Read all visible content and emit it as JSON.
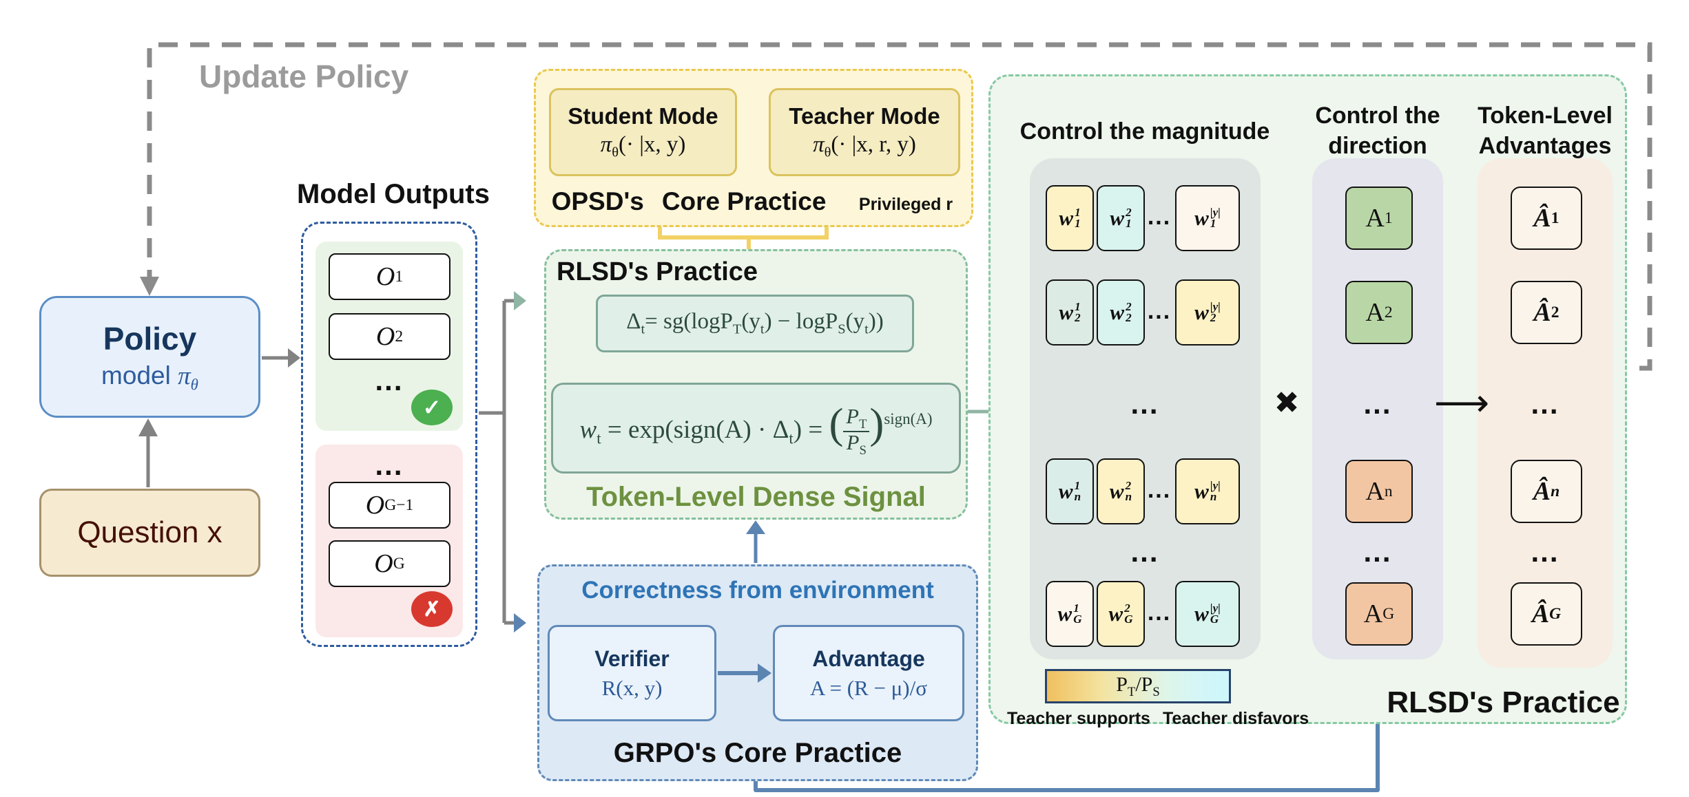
{
  "update_policy": "Update Policy",
  "policy": {
    "title": "Policy",
    "sub_p1": "model ",
    "sub_pi": "π",
    "sub_theta": "θ"
  },
  "question": {
    "label": "Question x"
  },
  "model_outputs": {
    "title": "Model Outputs",
    "dots": "...",
    "o1": {
      "base": "O",
      "sub": "1"
    },
    "o2": {
      "base": "O",
      "sub": "2"
    },
    "og1": {
      "base": "O",
      "sub": "G−1"
    },
    "og": {
      "base": "O",
      "sub": "G"
    },
    "check": "✓",
    "cross": "✗"
  },
  "opsd": {
    "student_title": "Student Mode",
    "student_f": {
      "p1": "π",
      "s1": "θ",
      "p2": "(· |x, y)"
    },
    "teacher_title": "Teacher Mode",
    "teacher_f": {
      "p1": "π",
      "s1": "θ",
      "p2": "(· |x, r, y)"
    },
    "label1": "OPSD's",
    "label2": "Core Practice",
    "privileged": "Privileged r"
  },
  "rlsd": {
    "title": "RLSD's Practice",
    "delta": {
      "p1": "Δ",
      "s1": "t",
      "p2": "= sg(logP",
      "s2": "T",
      "p3": "(y",
      "s3": "t",
      "p4": ") − logP",
      "s4": "S",
      "p5": "(y",
      "s5": "t",
      "p6": "))"
    },
    "w": {
      "p1": "w",
      "s1": "t",
      "p2": " = exp(sign(A) · Δ",
      "s2": "t",
      "p3": ") = ",
      "lp": "(",
      "num_base": "P",
      "num_sub": "T",
      "den_base": "P",
      "den_sub": "S",
      "rp": ")",
      "sup": "sign(A)"
    },
    "footer": "Token-Level Dense Signal"
  },
  "grpo": {
    "header": "Correctness from environment",
    "verifier_title": "Verifier",
    "verifier_f": "R(x, y)",
    "advantage_title": "Advantage",
    "advantage_f": "A = (R − μ)/σ",
    "label": "GRPO's Core Practice"
  },
  "panel": {
    "header_magnitude": "Control the magnitude",
    "header_direction1": "Control the",
    "header_direction2": "direction",
    "header_adv1": "Token-Level",
    "header_adv2": "Advantages",
    "times": "✖",
    "arrow": "⟶",
    "ellipsis": "...",
    "w_rows": [
      {
        "cells": [
          {
            "base": "w",
            "sup": "1",
            "sub": "1"
          },
          {
            "base": "w",
            "sup": "2",
            "sub": "1"
          },
          {
            "base": "w",
            "sup": "|y|",
            "sub": "1"
          }
        ]
      },
      {
        "cells": [
          {
            "base": "w",
            "sup": "1",
            "sub": "2"
          },
          {
            "base": "w",
            "sup": "2",
            "sub": "2"
          },
          {
            "base": "w",
            "sup": "|y|",
            "sub": "2"
          }
        ]
      },
      {
        "cells": [
          {
            "base": "w",
            "sup": "1",
            "sub": "n"
          },
          {
            "base": "w",
            "sup": "2",
            "sub": "n"
          },
          {
            "base": "w",
            "sup": "|y|",
            "sub": "n"
          }
        ]
      },
      {
        "cells": [
          {
            "base": "w",
            "sup": "1",
            "sub": "G"
          },
          {
            "base": "w",
            "sup": "2",
            "sub": "G"
          },
          {
            "base": "w",
            "sup": "|y|",
            "sub": "G"
          }
        ]
      }
    ],
    "a_labels": [
      {
        "base": "A",
        "sub": "1"
      },
      {
        "base": "A",
        "sub": "2"
      },
      {
        "base": "A",
        "sub": "n"
      },
      {
        "base": "A",
        "sub": "G"
      }
    ],
    "ahat_labels": [
      {
        "base": "Â",
        "sub": "1"
      },
      {
        "base": "Â",
        "sub": "2"
      },
      {
        "base": "Â",
        "sub": "n"
      },
      {
        "base": "Â",
        "sub": "G"
      }
    ],
    "legend": {
      "bar_p1": "P",
      "bar_s1": "T",
      "bar_p2": "/P",
      "bar_s2": "S",
      "left": "Teacher supports",
      "right": "Teacher disfavors"
    },
    "label": "RLSD's Practice"
  },
  "colors": {
    "policy_fill": "#e8f1fb",
    "policy_border": "#5b8ec6",
    "policy_text": "#17365d",
    "question_fill": "#f6ead1",
    "question_border": "#a6916b",
    "question_text": "#431005",
    "outputs_border": "#2e5b9e",
    "good_fill": "#eaf4e6",
    "bad_fill": "#fbe8e8",
    "check": "#4caf50",
    "cross": "#d8392f",
    "opsd_fill": "#fdf6d8",
    "opsd_border": "#eac94f",
    "opsd_inner": "#f5ecc2",
    "opsd_inner_border": "#dbc25e",
    "opsd_arrow": "#f2d266",
    "rlsd_fill": "#edf5ea",
    "rlsd_border": "#85bf9e",
    "rlsd_inner": "#e1efe9",
    "rlsd_inner_border": "#7fa697",
    "rlsd_text": "#2c4a3f",
    "rlsd_footer": "#6d9140",
    "grpo_fill": "#dde9f5",
    "grpo_border": "#6089b8",
    "grpo_inner": "#eaf2fb",
    "grpo_header": "#2e74b6",
    "grpo_navy": "#16365c",
    "panel_fill": "#eef6ed",
    "panel_border": "#85c9a4",
    "magnitude_fill": "#dfe5e2",
    "direction_fill": "#e4e5ed",
    "advantages_fill": "#f8ede2",
    "w_yellow": "#fcf2c6",
    "w_cyan": "#d9f3ee",
    "w_blush": "#fdf6ed",
    "w_sage": "#dcebe3",
    "a_green": "#b9d7a6",
    "a_orange": "#f2c6a2",
    "legend_left": "#f0c05e",
    "legend_right": "#cdf7fb",
    "gray_loop": "#8b8b8b"
  }
}
